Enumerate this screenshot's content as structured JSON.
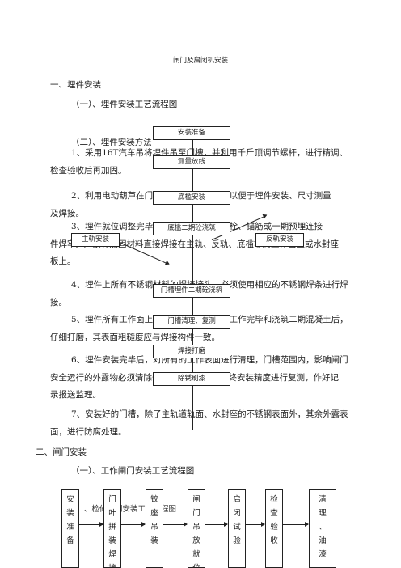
{
  "title": "闸门及启闭机安装",
  "sec1": {
    "heading": "一、埋件安装",
    "sub1": "（一）、埋件安装工艺流程图",
    "sub2": "（二）、埋件安装方法"
  },
  "paras": [
    [
      "1、采用16T汽车吊将埋件吊至门槽，并利用千斤顶调节螺杆，进行精调、",
      "检查验收后再加固。"
    ],
    [
      "2、利用电动葫芦在门槽内搭设作业平台，以便于埋件安装、尺寸测量",
      "及焊接。"
    ],
    [
      "3、埋件就位调整完毕，及时与门槽预留锚栓、锚筋或一期预埋连接",
      "件焊牢。严禁将加固材料直接焊接在主轨、反轨、底槛等的工作面上或水封座",
      "板上。"
    ],
    [
      "4、埋件上所有不锈钢材料的焊接接头，必须使用相应的不锈钢焊条进行焊",
      "接。"
    ],
    [
      "5、埋件所有工作面上的连接焊缝，在安装工作完毕和浇筑二期混凝土后，",
      "仔细打磨，其表面粗糙度应与焊接构件一致。"
    ],
    [
      "6、埋件安装完毕后，对所有的工作表面进行清理，门槽范围内，影响闸门",
      "安全运行的外露物必须清除干净，并对埋件的最终安装精度进行复测，作好记",
      "录报送监理。"
    ],
    [
      "7、安装好的门槽，除了主轨道轨面、水封座的不锈钢表面外，其余外露表",
      "面，进行防腐处理。"
    ]
  ],
  "sec2": {
    "heading": "二、闸门安装",
    "sub1": "（一）、工作闸门安装工艺流程图"
  },
  "flow1": {
    "steps": [
      "安装准备",
      "测量放线",
      "底槛安装",
      "底槛二期砼浇筑"
    ],
    "branch_left": "主轨安装",
    "branch_right": "反轨安装",
    "steps2": [
      "门槽埋件二期砼浇筑",
      "门槽清理、复测",
      "焊接打磨",
      "除锈刷漆"
    ]
  },
  "flow2": {
    "steps": [
      "安装准备",
      "门叶拼装焊接",
      "铰座吊装",
      "闸门吊放就位",
      "启闭试验",
      "检查验收",
      "清理、油漆"
    ],
    "overlap_text": "、检修闸门安装工艺流程图"
  }
}
